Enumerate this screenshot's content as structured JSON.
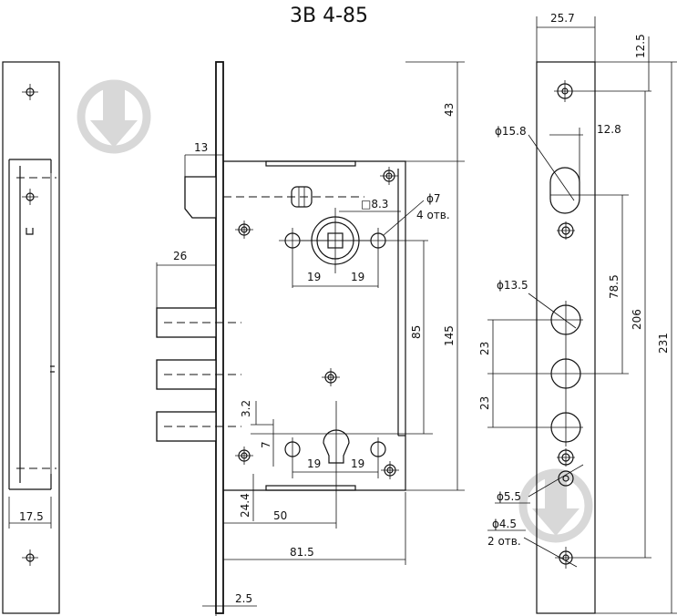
{
  "title": "3В 4-85",
  "dimensions": {
    "d13": "13",
    "d26": "26",
    "d43": "43",
    "d145": "145",
    "d85": "85",
    "d19a": "19",
    "d19b": "19",
    "d19c": "19",
    "d19d": "19",
    "sq83": "□8.3",
    "phi7": "ϕ7",
    "holes4": "4 отв.",
    "d3_2": "3.2",
    "d7": "7",
    "d24_4": "24.4",
    "d50": "50",
    "d81_5": "81.5",
    "d2_5": "2.5",
    "d17_5": "17.5",
    "d25_7": "25.7",
    "d12_5": "12.5",
    "phi15_8": "ϕ15.8",
    "d12_8": "12.8",
    "d78_5": "78.5",
    "phi13_5": "ϕ13.5",
    "d206": "206",
    "d231": "231",
    "d23a": "23",
    "d23b": "23",
    "phi5_5": "ϕ5.5",
    "phi4_5": "ϕ4.5",
    "holes2": "2 отв."
  },
  "icons": {
    "watermark": "download-arrow-icon"
  }
}
